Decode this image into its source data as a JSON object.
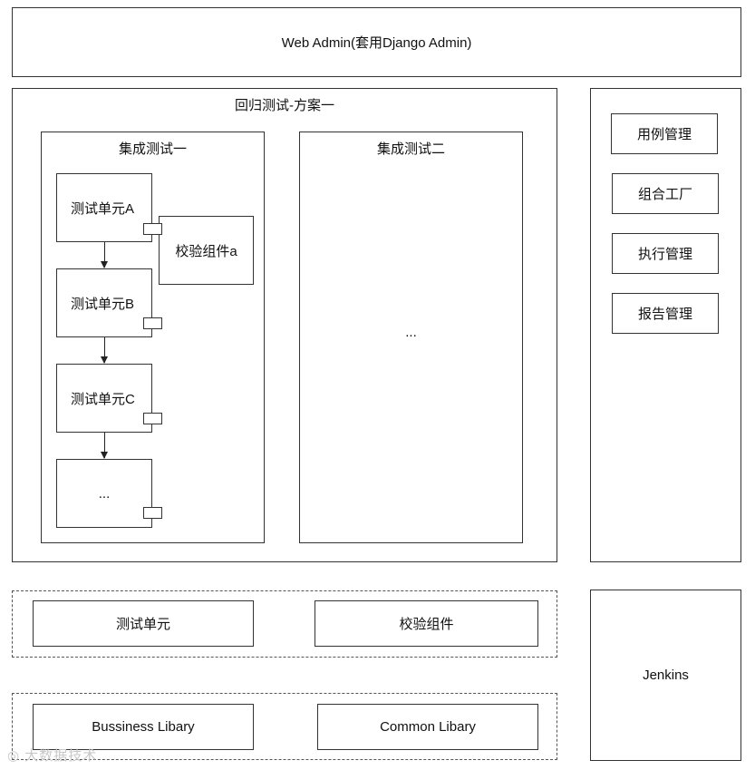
{
  "header": {
    "title": "Web Admin(套用Django Admin)"
  },
  "regression": {
    "title": "回归测试-方案一",
    "integration1": {
      "title": "集成测试一",
      "units": [
        "测试单元A",
        "测试单元B",
        "测试单元C",
        "..."
      ],
      "validator": "校验组件a"
    },
    "integration2": {
      "title": "集成测试二",
      "placeholder": "..."
    }
  },
  "sidebar": {
    "items": [
      "用例管理",
      "组合工厂",
      "执行管理",
      "报告管理"
    ]
  },
  "components": {
    "items": [
      "测试单元",
      "校验组件"
    ]
  },
  "libraries": {
    "items": [
      "Bussiness Libary",
      "Common Libary"
    ]
  },
  "jenkins": {
    "label": "Jenkins"
  },
  "watermark": {
    "text": "大数据技术"
  }
}
